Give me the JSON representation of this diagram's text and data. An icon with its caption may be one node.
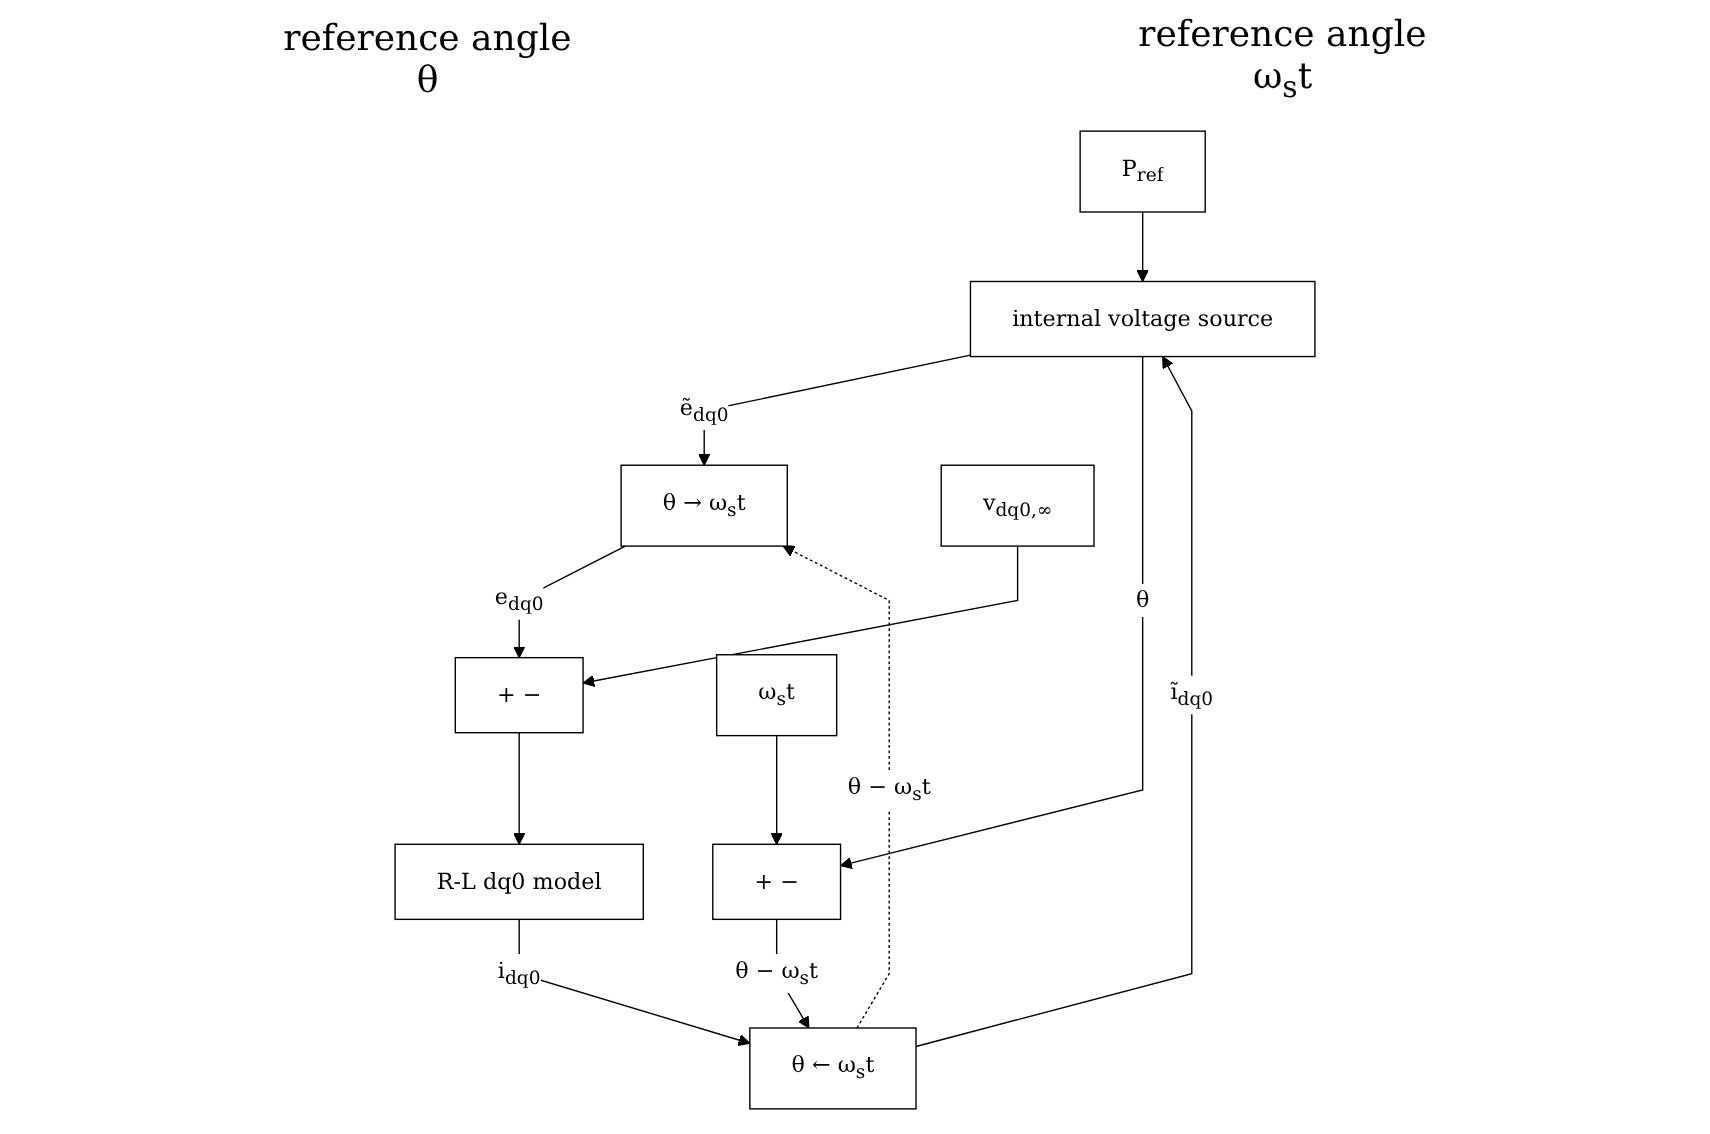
{
  "diagram": {
    "nodes": [
      {
        "text": [
          "P$_{ref}$"
        ]
      },
      {
        "text": [
          "internal voltage source"
        ]
      },
      {
        "text": [
          "θ → ω$_{s}$t"
        ]
      },
      {
        "text": [
          "+ −"
        ]
      },
      {
        "text": [
          "v$_{dq0,∞}$"
        ]
      },
      {
        "text": [
          "R-L dq0 model"
        ]
      },
      {
        "text": [
          "θ ← ω$_{s}$t"
        ]
      },
      {
        "text": [
          "+ −"
        ]
      },
      {
        "text": [
          "ω$_{s}$t"
        ]
      }
    ],
    "edges": [
      {
        "from": 0,
        "to": 1,
        "arrow": "to"
      },
      {
        "from": 1,
        "to": 2,
        "arrow": "to",
        "label": "ẽ$_{dq0}$"
      },
      {
        "from": 2,
        "to": 3,
        "arrow": "to",
        "label": "e$_{dq0}$"
      },
      {
        "from": 4,
        "to": 3,
        "arrow": "to"
      },
      {
        "from": 3,
        "to": 5,
        "arrow": "to"
      },
      {
        "from": 5,
        "to": 6,
        "arrow": "to",
        "label": "i$_{dq0}$"
      },
      {
        "from": 6,
        "to": 1,
        "arrow": "to",
        "label": "ĩ$_{dq0}$"
      },
      {
        "from": 6,
        "to": 2,
        "arrow": "to",
        "style": "dashed",
        "label": "θ − ω$_{s}$t"
      },
      {
        "from": 1,
        "to": 7,
        "arrow": "to",
        "label": "θ"
      },
      {
        "from": 8,
        "to": 7,
        "arrow": "to"
      },
      {
        "from": 7,
        "to": 6,
        "arrow": "to",
        "label": "θ − ω$_{s}$t"
      }
    ],
    "labels": [
      "reference angle θ",
      "reference angle ω$_{s}$t"
    ]
  }
}
